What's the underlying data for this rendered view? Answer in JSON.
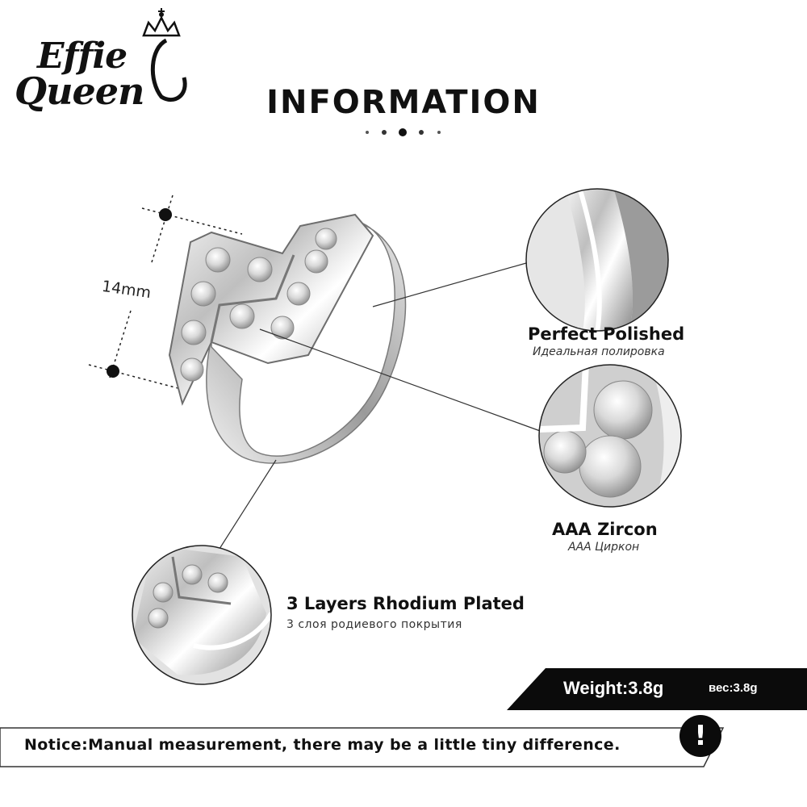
{
  "brand": {
    "line1": "Effie",
    "line2": "Queen"
  },
  "header": {
    "title": "INFORMATION"
  },
  "dimension": {
    "label": "14mm"
  },
  "features": {
    "polished": {
      "title": "Perfect  Polished",
      "subtitle": "Идеальная полировка"
    },
    "zircon": {
      "title": "AAA  Zircon",
      "subtitle": "AAA Циркон"
    },
    "rhodium": {
      "title": "3 Layers Rhodium Plated",
      "subtitle": "3 слоя родиевого покрытия"
    }
  },
  "weight": {
    "label": "Weight:3.8g",
    "label_ru": "вес:3.8g"
  },
  "notice": {
    "text": "Notice:Manual measurement, there may be a little tiny difference.",
    "icon_glyph": "!"
  },
  "colors": {
    "ink": "#111111",
    "banner": "#0b0b0b",
    "background": "#ffffff"
  }
}
